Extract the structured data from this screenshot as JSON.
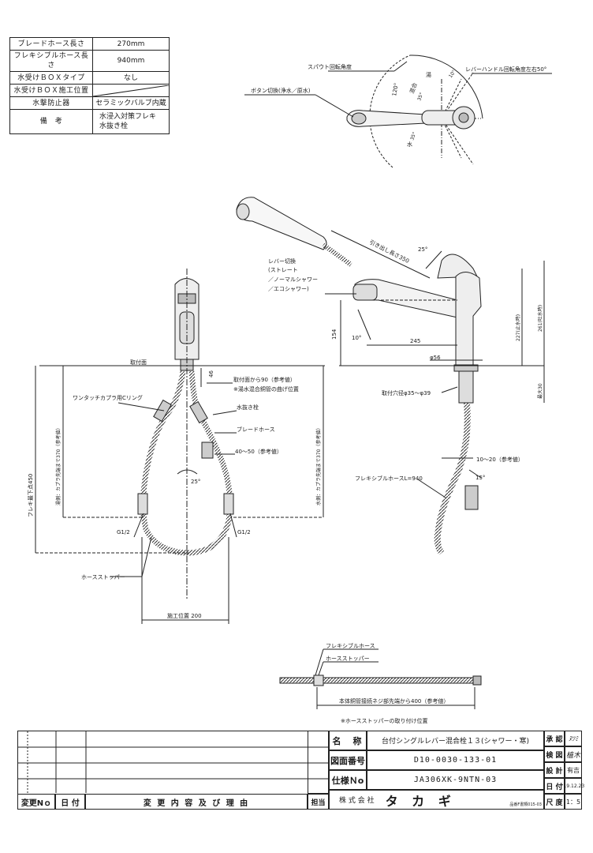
{
  "spec_table": [
    {
      "key": "ブレードホース長さ",
      "value": "270mm"
    },
    {
      "key": "フレキシブルホース長さ",
      "value": "940mm"
    },
    {
      "key": "水受けＢＯＸタイプ",
      "value": "なし"
    },
    {
      "key": "水受けＢＯＸ施工位置",
      "value": ""
    },
    {
      "key": "水撃防止器",
      "value": "セラミックバルブ内蔵"
    },
    {
      "key": "備　考",
      "value": "水浸入対策フレキ\n水抜き栓"
    }
  ],
  "top_view": {
    "spout_rotation": "スパウト回転角度",
    "lever_rotation": "レバーハンドル回転角度左右50°",
    "button_switch": "ボタン切換(浄水／原水)",
    "angle_120": "120°",
    "angle_10": "10°",
    "hot": "湯",
    "mixed": "混合",
    "mixed_angle": "35°",
    "cold": "水",
    "cold_angle": "35°"
  },
  "side_view": {
    "pull_length": "引き出し長さ350",
    "angle_25": "25°",
    "lever_switch_1": "レバー切換",
    "lever_switch_2": "(ストレート",
    "lever_switch_3": "／ノーマルシャワー",
    "lever_switch_4": "／エコシャワー)",
    "dim_154": "154",
    "angle_10": "10°",
    "dim_245": "245",
    "dim_227": "227(止水時)",
    "dim_261": "261(吐水時)",
    "dim_56": "φ56",
    "mount_hole": "取付穴径φ35～φ39",
    "max_30": "最大30",
    "ref_10_20": "10～20（参考値）",
    "angle_15": "15°",
    "flex_hose": "フレキシブルホースL=940"
  },
  "front_view": {
    "mount_surface": "取付面",
    "dim_46": "46",
    "from_mount_90": "取付面から90（参考値）",
    "bend_position": "※湯水混合銅管の曲げ位置",
    "one_touch": "ワンタッチカプラ用Cリング",
    "drain_plug": "水抜き栓",
    "braided_hose": "ブレードホース",
    "ref_40_50": "40～50（参考値）",
    "angle_25": "25°",
    "hot_side": "湯側：カプラ先端まで370（参考値）",
    "cold_side": "水側：カプラ先端まで370（参考値）",
    "flex_below": "フレキ最下点450",
    "g_left": "G1/2",
    "g_right": "G1/2",
    "hose_stopper": "ホースストッパー",
    "install_200": "施工位置 200"
  },
  "hose_detail": {
    "flex_hose": "フレキシブルホース",
    "hose_stopper": "ホースストッパー",
    "dim_400": "本体銅管接続ネジ部先端から400（参考値）",
    "note": "※ホースストッパーの取り付け位置"
  },
  "title_block": {
    "name_label": "名　称",
    "name_value": "台付シングルレバー混合栓１３(シャワー・寒)",
    "drawing_no_label": "図面番号",
    "drawing_no_value": "D10-0030-133-01",
    "spec_no_label": "仕様Ｎo",
    "spec_no_value": "JA306XK-9NTN-03",
    "company_prefix": "株 式 会 社",
    "company_name": "タ カ ギ",
    "form_no": "品番F書類015-03",
    "approve_label": "承 認",
    "approve_value": "ﾇﾂﾐ",
    "check_label": "検 図",
    "check_value": "植木",
    "design_label": "設 計",
    "design_value": "有吉",
    "date_label": "日 付",
    "date_value": "'19.12.23",
    "scale_label": "尺 度",
    "scale_value": "1：5",
    "change_no_label": "変更Nｏ",
    "change_date_label": "日 付",
    "change_reason_label": "変 更 内 容 及 び 理 由",
    "person_label": "担当"
  }
}
